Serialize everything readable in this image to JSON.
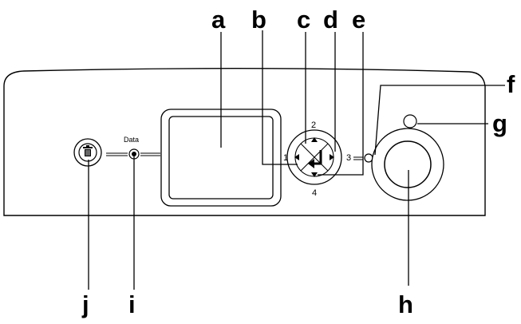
{
  "diagram": {
    "callouts": {
      "a": "a",
      "b": "b",
      "c": "c",
      "d": "d",
      "e": "e",
      "f": "f",
      "g": "g",
      "h": "h",
      "i": "i",
      "j": "j"
    },
    "panel_labels": {
      "data": "Data",
      "btn1": "1",
      "btn2": "2",
      "btn3": "3",
      "btn4": "4"
    },
    "icons": {
      "cancel": "trash-icon",
      "enter": "enter-arrow-icon",
      "arrows": [
        "left-arrow-icon",
        "up-arrow-icon",
        "right-arrow-icon",
        "down-arrow-icon"
      ]
    }
  }
}
